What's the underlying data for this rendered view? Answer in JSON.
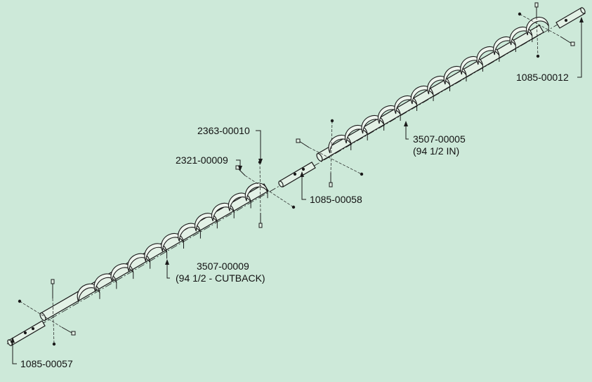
{
  "colors": {
    "background": "#cde9d9",
    "line": "#1a1a1a",
    "flight_fill": "#eef5ee"
  },
  "callouts": {
    "c1085_00012": {
      "text": "1085-00012"
    },
    "c2363_00010": {
      "text": "2363-00010"
    },
    "c2321_00009": {
      "text": "2321-00009"
    },
    "c3507_00005": {
      "line1": "3507-00005",
      "line2": "(94 1/2 IN)"
    },
    "c1085_00058": {
      "text": "1085-00058"
    },
    "c3507_00009": {
      "line1": "3507-00009",
      "line2": "(94 1/2 - CUTBACK)"
    },
    "c1085_00057": {
      "text": "1085-00057"
    }
  }
}
